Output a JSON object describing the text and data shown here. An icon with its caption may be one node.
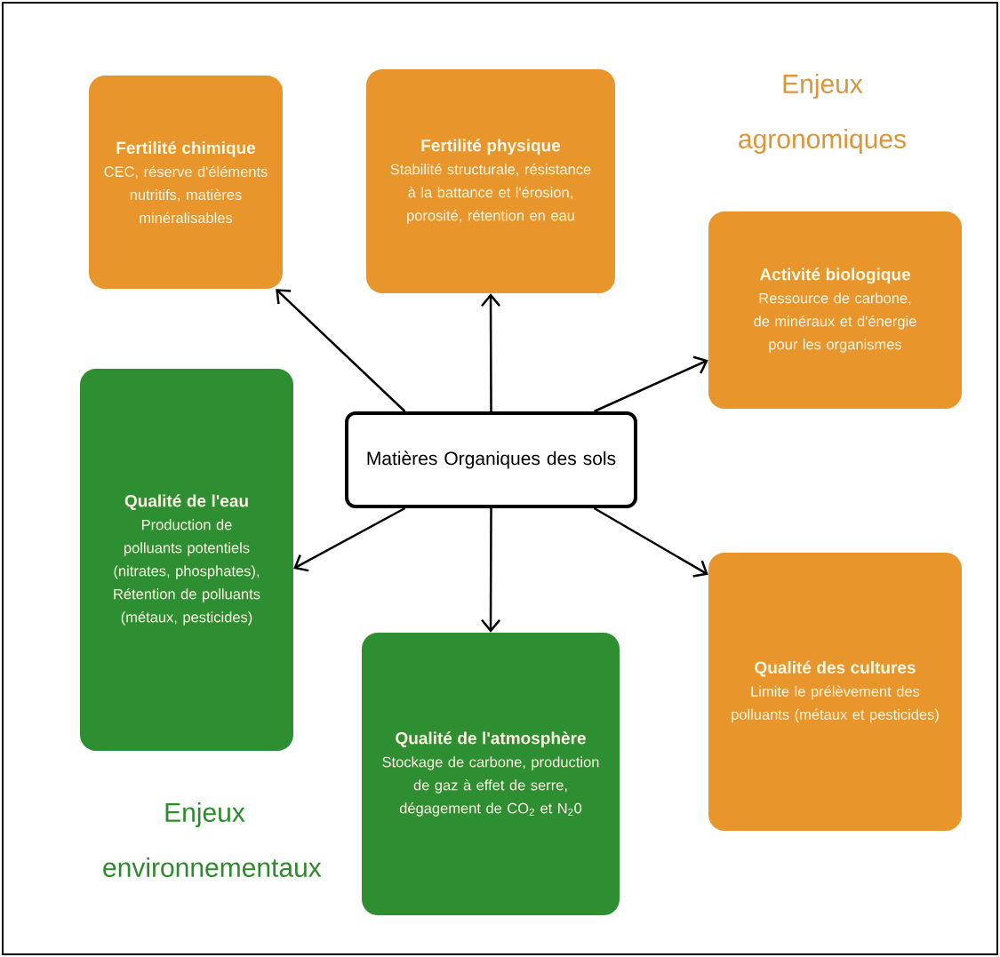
{
  "diagram": {
    "nodes": [
      {
        "text": [
          "Fertilité chimique",
          "CEC, réserve d'éléments nutritifs, matières minéralisables"
        ]
      },
      {
        "text": [
          "Fertilité physique",
          "Stabilité structurale, résistance à la battance et l'érosion, porosité, rétention en eau"
        ]
      },
      {
        "text": [
          "Activité biologique",
          "Ressource de carbone, de minéraux et d'énergie pour les organismes"
        ]
      },
      {
        "text": [
          "Qualité de l'eau",
          "Production de polluants potentiels (nitrates, phosphates), Rétention de polluants (métaux, pesticides)"
        ]
      },
      {
        "text": [
          "Matières Organiques des sols"
        ]
      },
      {
        "text": [
          "Qualité des cultures",
          "Limite le prélèvement des polluants (métaux et pesticides)"
        ]
      },
      {
        "text": [
          "Qualité de l'atmosphère",
          "Stockage de carbone, production de gaz à effet de serre, dégagement de CO$_{2}$ et N$_{2}$0"
        ]
      }
    ],
    "edges": [
      {
        "from": 4,
        "to": 0,
        "arrow": "to"
      },
      {
        "from": 4,
        "to": 1,
        "arrow": "to"
      },
      {
        "from": 4,
        "to": 2,
        "arrow": "to"
      },
      {
        "from": 4,
        "to": 3,
        "arrow": "to"
      },
      {
        "from": 4,
        "to": 6,
        "arrow": "to"
      },
      {
        "from": 4,
        "to": 5,
        "arrow": "to"
      }
    ],
    "labels": [
      "Enjeux agronomiques",
      "Enjeux environnementaux"
    ]
  }
}
